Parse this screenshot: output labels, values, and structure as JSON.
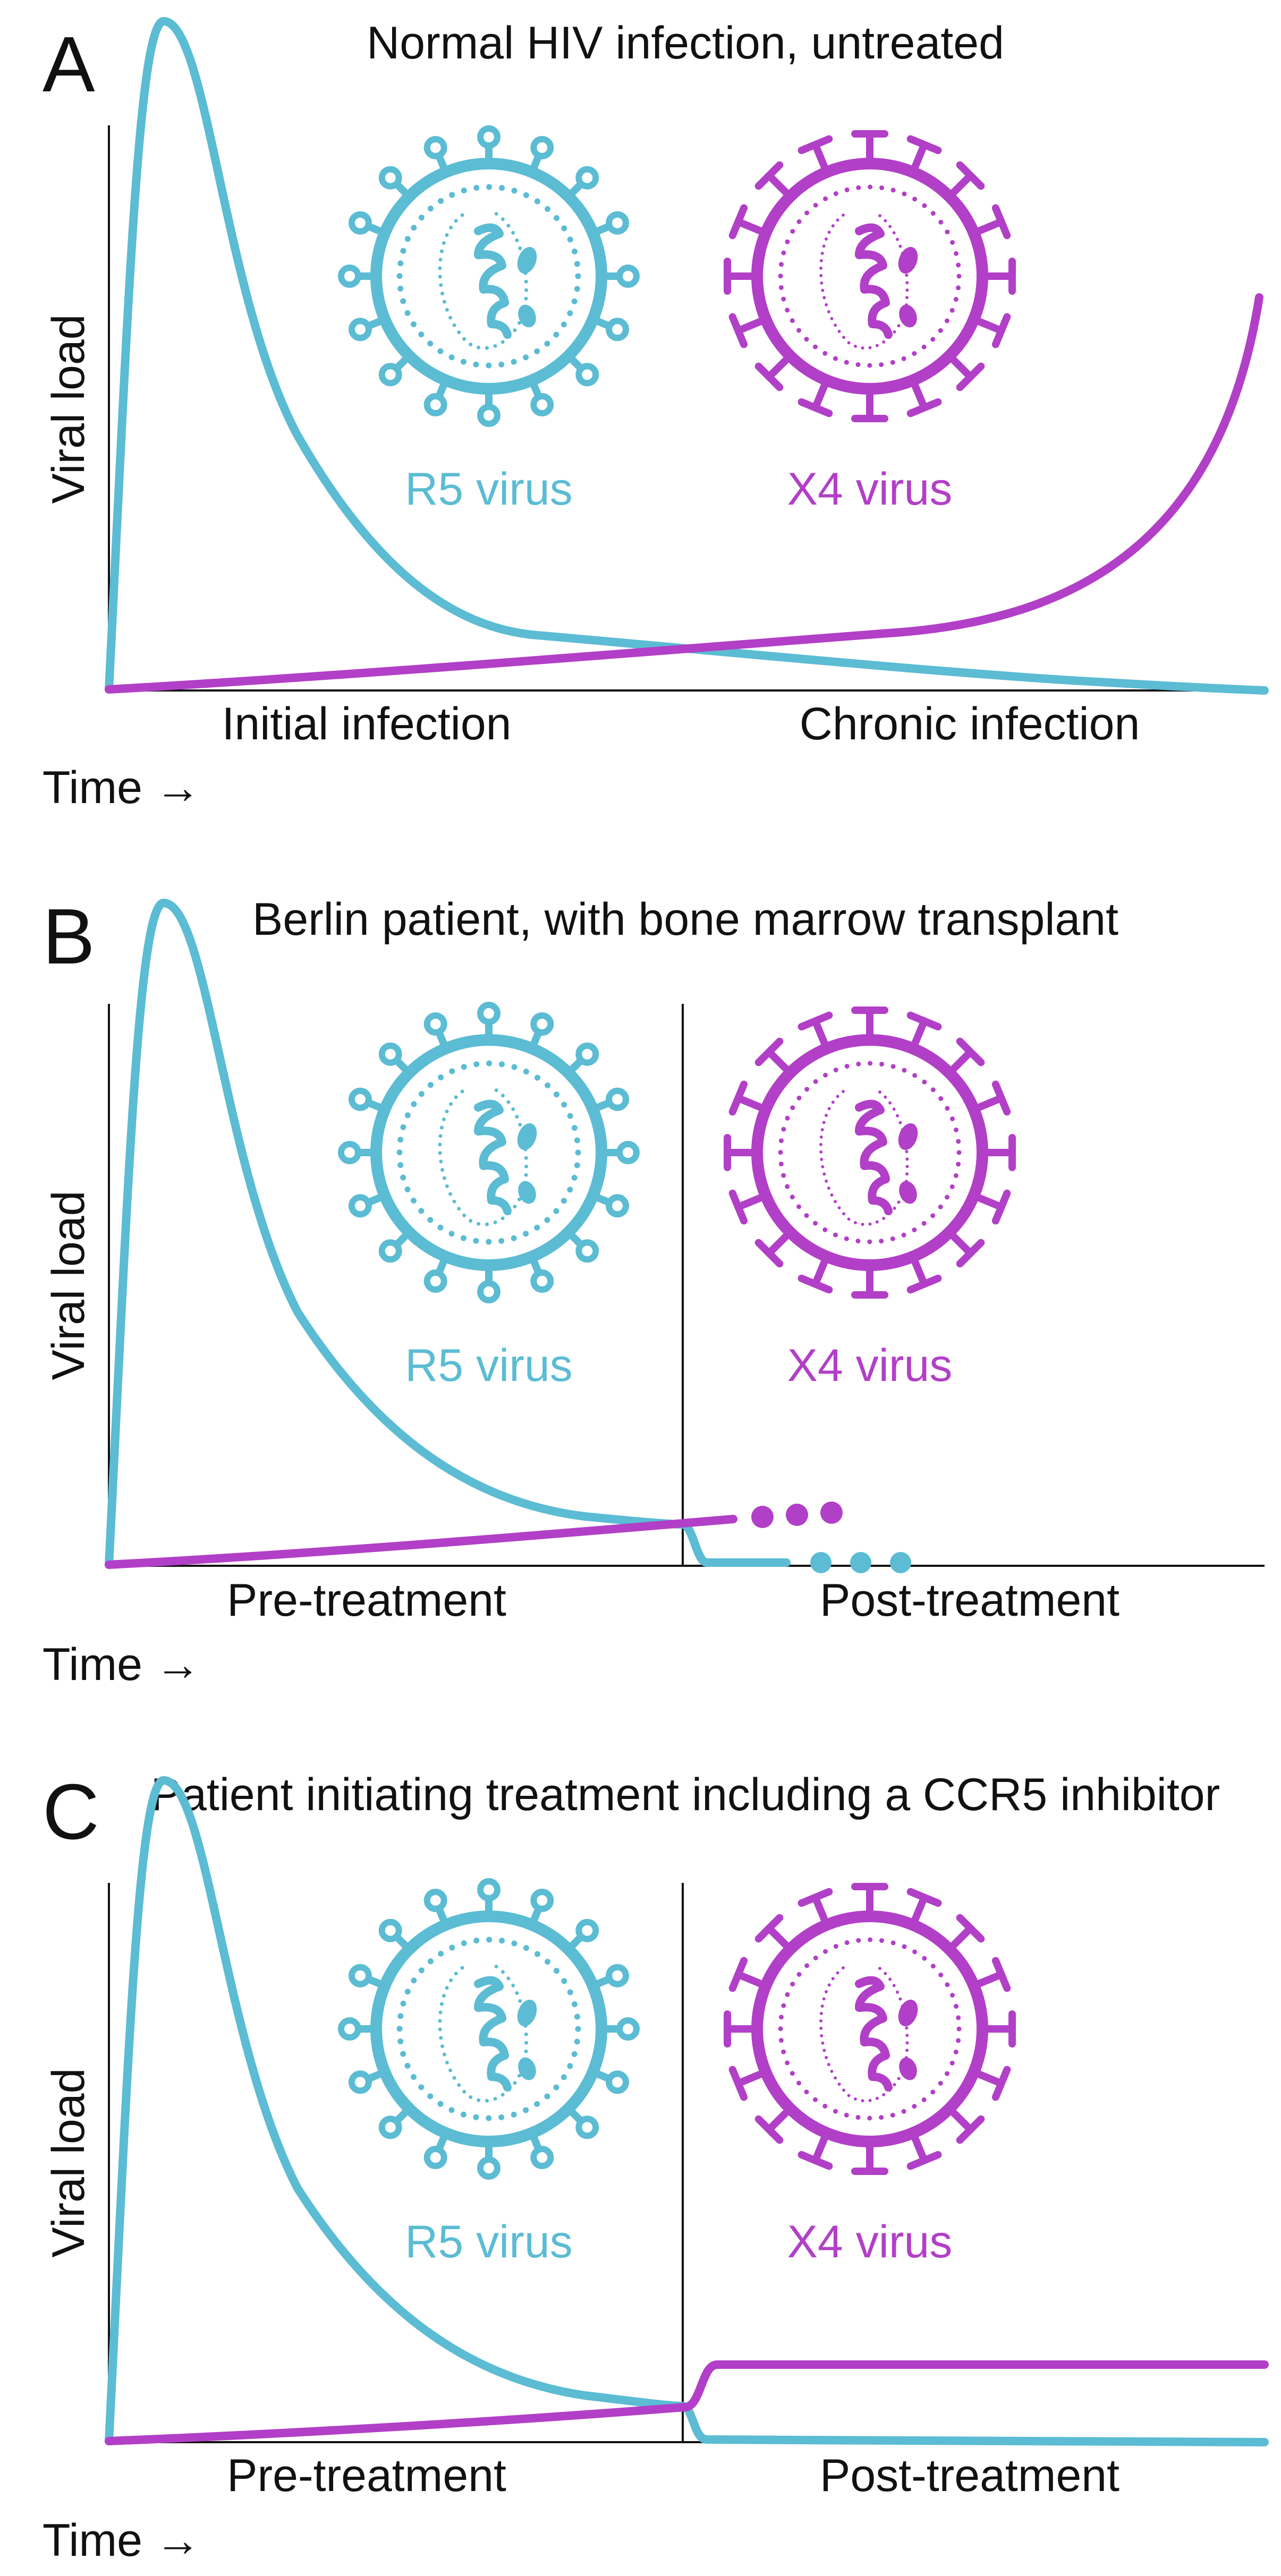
{
  "colors": {
    "r5": "#5bbcd3",
    "x4": "#b23fc7",
    "axis": "#111111"
  },
  "virus_labels": {
    "r5": "R5 virus",
    "x4": "X4 virus"
  },
  "axis_labels": {
    "y": "Viral load",
    "time": "Time →"
  },
  "panels": [
    {
      "letter": "A",
      "title": "Normal HIV infection, untreated",
      "left_label": "Initial infection",
      "right_label": "Chronic infection",
      "divider": false
    },
    {
      "letter": "B",
      "title": "Berlin patient, with bone marrow transplant",
      "left_label": "Pre-treatment",
      "right_label": "Post-treatment",
      "divider": true
    },
    {
      "letter": "C",
      "title": "Patient initiating treatment including a CCR5 inhibitor",
      "left_label": "Pre-treatment",
      "right_label": "Post-treatment",
      "divider": true
    }
  ]
}
